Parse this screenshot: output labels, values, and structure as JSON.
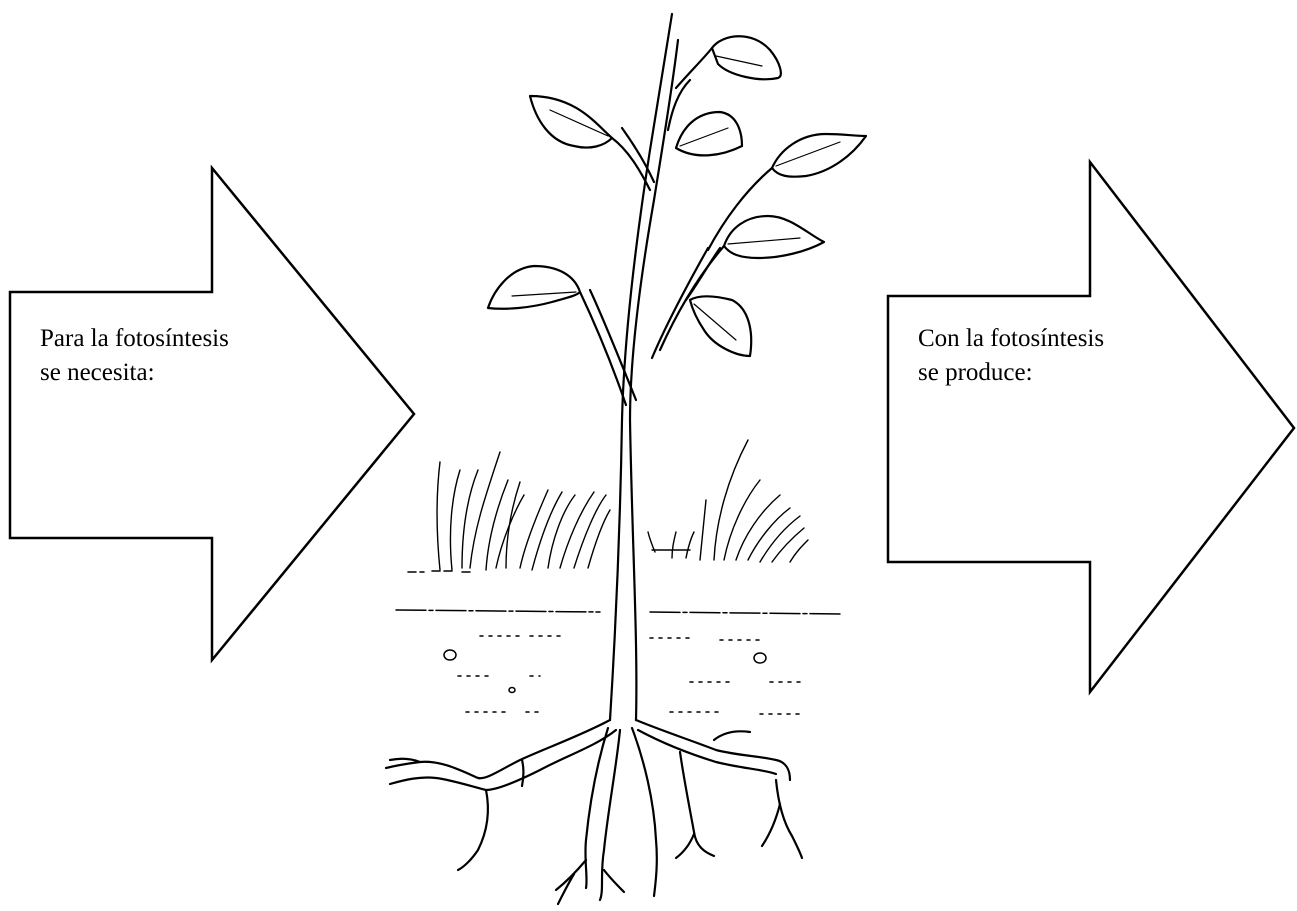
{
  "colors": {
    "ink": "#000000",
    "paper": "#ffffff"
  },
  "left_arrow": {
    "line1": "Para la fotosíntesis",
    "line2": "se necesita:"
  },
  "right_arrow": {
    "line1": "Con la fotosíntesis",
    "line2": "se produce:"
  },
  "illustration": {
    "subject": "plant-with-roots-in-soil-icon"
  }
}
